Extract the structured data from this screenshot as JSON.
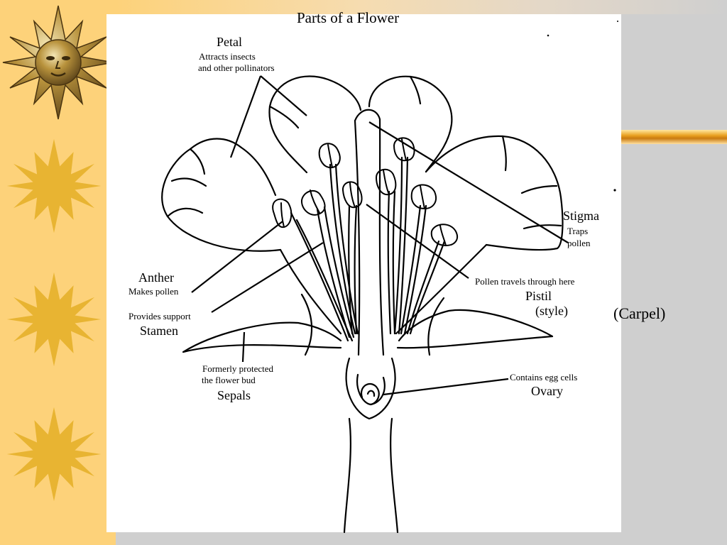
{
  "title": "Parts of a Flower",
  "labels": {
    "petal": "Petal",
    "petal_desc_1": "Attracts insects",
    "petal_desc_2": "and other pollinators",
    "stigma": "Stigma",
    "stigma_desc_1": "Traps",
    "stigma_desc_2": "pollen",
    "anther": "Anther",
    "anther_desc": "Makes pollen",
    "filament_desc": "Provides support",
    "stamen": "Stamen",
    "style_desc": "Pollen travels through here",
    "pistil": "Pistil",
    "style": "(style)",
    "carpel": "(Carpel)",
    "sepals_desc_1": "Formerly protected",
    "sepals_desc_2": "the flower bud",
    "sepals": "Sepals",
    "ovary_desc": "Contains egg cells",
    "ovary": "Ovary"
  },
  "colors": {
    "sidebar": "#fdd27a",
    "sun": "#e8b432",
    "accent_bar": "#e9a020",
    "background": "#cfcfcf",
    "panel": "#ffffff"
  },
  "icons": [
    "sun-face-icon",
    "sun-icon"
  ]
}
